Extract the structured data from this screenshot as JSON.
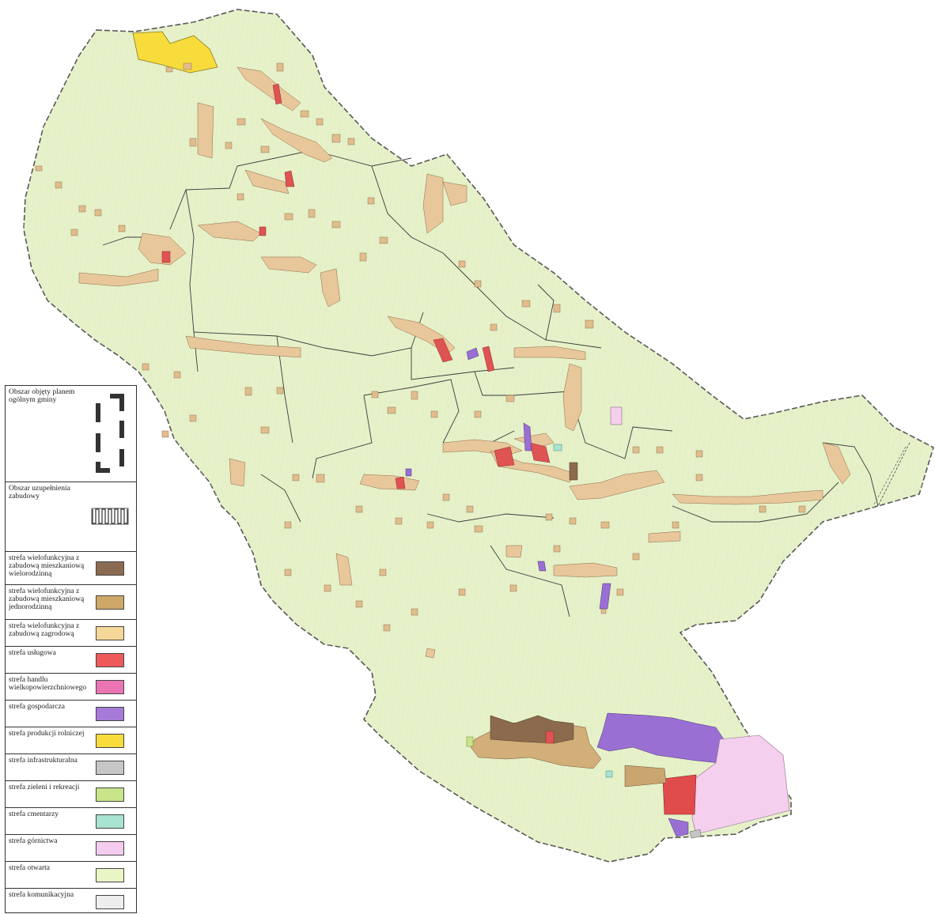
{
  "map": {
    "colors": {
      "background": "#ffffff",
      "open_zone": "#e6f1c9",
      "field_lines": "#cfe0b0",
      "boundary": "#444444",
      "internal_boundary": "#3a3a3a",
      "settlement": "#e8c79a",
      "brown": "#8b6a4e",
      "service": "#e05353",
      "economic": "#9a6fd3",
      "mining": "#f4cfee",
      "agri_production": "#f7dc3c",
      "cemetery": "#a9e3d2",
      "infrastructure": "#c5c5c5"
    }
  },
  "legend": {
    "items": [
      {
        "label": "Obszar objęty planem ogólnym gminy",
        "kind": "boundary-icon"
      },
      {
        "label": "Obszar uzupełnienia zabudowy",
        "kind": "infill-icon"
      },
      {
        "label": "strefa wielofunkcyjna z zabudową mieszkaniową wielorodzinną",
        "color": "#8b6a52"
      },
      {
        "label": "strefa wielofunkcyjna z zabudową mieszkaniową jednorodzinną",
        "color": "#cfa867"
      },
      {
        "label": "strefa wielofunkcyjna z zabudową zagrodową",
        "color": "#f6d79a"
      },
      {
        "label": "strefa usługowa",
        "color": "#ee5a5a"
      },
      {
        "label": "strefa handlu wielkopowierzchniowego",
        "color": "#ea74b4"
      },
      {
        "label": "strefa gospodarcza",
        "color": "#a57ad9"
      },
      {
        "label": "strefa produkcji rolniczej",
        "color": "#f7dc3c"
      },
      {
        "label": "strefa infrastrukturalna",
        "color": "#c6c6c6"
      },
      {
        "label": "strefa zieleni i rekreacji",
        "color": "#c9e58a"
      },
      {
        "label": "strefa cmentarzy",
        "color": "#a9e3d2"
      },
      {
        "label": "strefa górnictwa",
        "color": "#f5ccf0"
      },
      {
        "label": "strefa otwarta",
        "color": "#eaf5c5"
      },
      {
        "label": "strefa komunikacyjna",
        "color": "#eeeeee"
      }
    ]
  }
}
